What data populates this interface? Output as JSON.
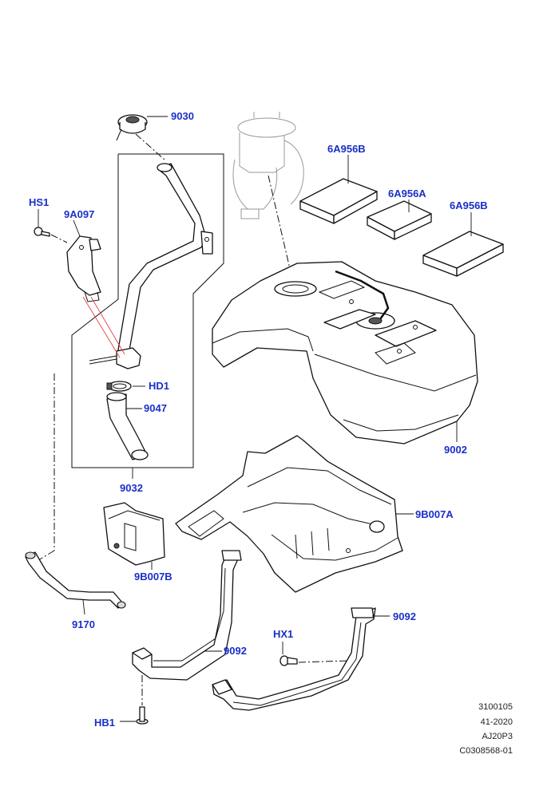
{
  "callouts": {
    "c9030": "9030",
    "c6A956B_1": "6A956B",
    "c6A956A": "6A956A",
    "c6A956B_2": "6A956B",
    "cHS1": "HS1",
    "c9A097": "9A097",
    "cHD1": "HD1",
    "c9047": "9047",
    "c9002": "9002",
    "c9032": "9032",
    "c9B007A": "9B007A",
    "c9B007B": "9B007B",
    "c9170": "9170",
    "c9092_1": "9092",
    "c9092_2": "9092",
    "cHX1": "HX1",
    "cHB1": "HB1"
  },
  "meta": {
    "line1": "3100105",
    "line2": "41-2020",
    "line3": "AJ20P3",
    "line4": "C0308568-01"
  }
}
